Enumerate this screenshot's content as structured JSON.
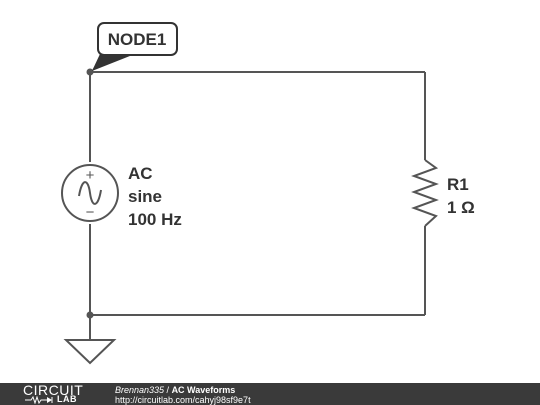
{
  "node_label": "NODE1",
  "source": {
    "plus": "+",
    "minus": "−",
    "label_lines": [
      "AC",
      "sine",
      "100 Hz"
    ]
  },
  "resistor": {
    "name": "R1",
    "value": "1 Ω"
  },
  "footer": {
    "logo_top": "CIRCUIT",
    "logo_bottom": "LAB",
    "author": "Brennan335",
    "separator": " / ",
    "title": "AC Waveforms",
    "url": "http://circuitlab.com/cahyj98sf9e7t"
  },
  "colors": {
    "wire": "#555555",
    "text": "#333333",
    "footer_bg": "#3a3a3a"
  }
}
